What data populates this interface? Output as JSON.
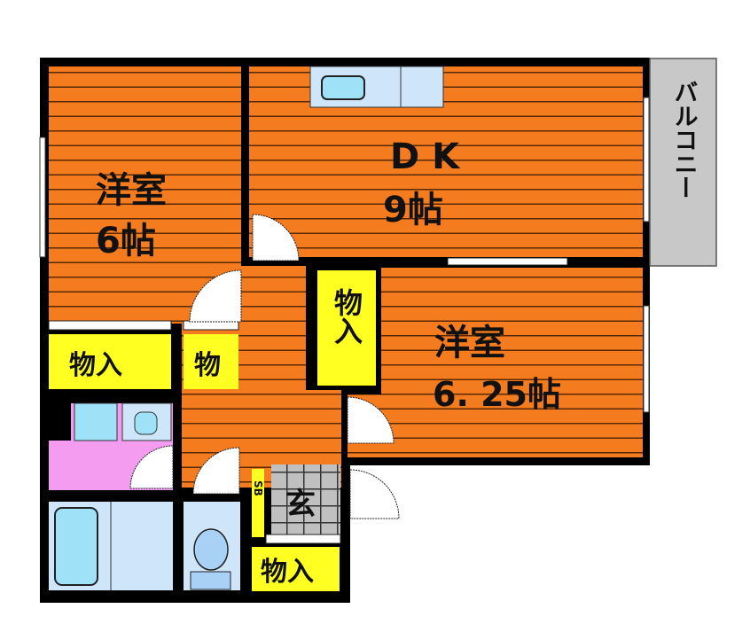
{
  "rooms": {
    "bedroom1": {
      "name": "洋室",
      "size": "6帖"
    },
    "dk": {
      "name": "D K",
      "size": "9帖"
    },
    "bedroom2": {
      "name": "洋室",
      "size": "6. 25帖"
    },
    "balcony": {
      "name": "バルコニー"
    },
    "closet1": {
      "name": "物入"
    },
    "closet2": {
      "name": "物"
    },
    "closet3": {
      "name": "物入"
    },
    "closet4": {
      "name": "物入"
    },
    "shoebox": {
      "name": "SB"
    },
    "entrance": {
      "name": "玄"
    }
  },
  "colors": {
    "floor": "#f47b1e",
    "closet": "#ffff22",
    "washroom": "#f49cf0",
    "bath": "#cfe6fa",
    "fixture": "#9fe2f8",
    "balcony": "#c8c8c8",
    "entrance_tile": "#c0c0c0",
    "wall": "#000000"
  }
}
